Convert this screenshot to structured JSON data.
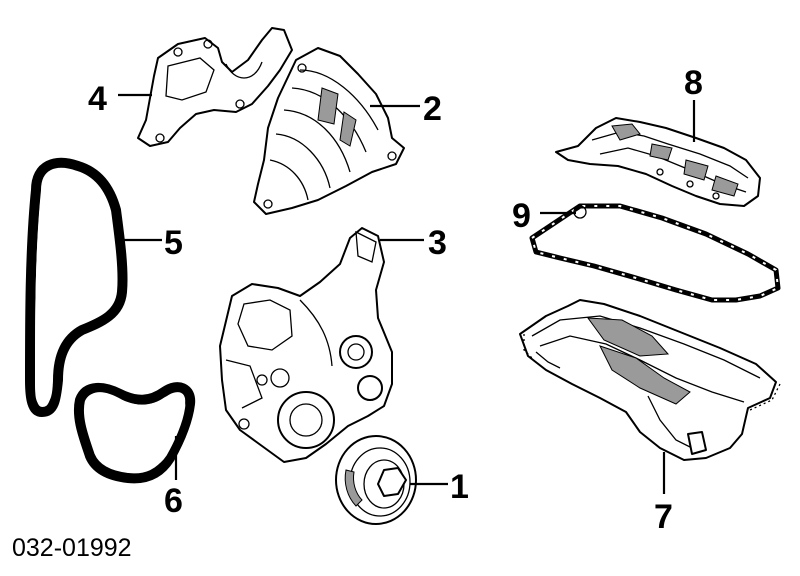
{
  "diagram": {
    "drawing_code": "032-01992",
    "callouts": [
      {
        "id": "1",
        "label": "1"
      },
      {
        "id": "2",
        "label": "2"
      },
      {
        "id": "3",
        "label": "3"
      },
      {
        "id": "4",
        "label": "4"
      },
      {
        "id": "5",
        "label": "5"
      },
      {
        "id": "6",
        "label": "6"
      },
      {
        "id": "7",
        "label": "7"
      },
      {
        "id": "8",
        "label": "8"
      },
      {
        "id": "9",
        "label": "9"
      }
    ]
  }
}
